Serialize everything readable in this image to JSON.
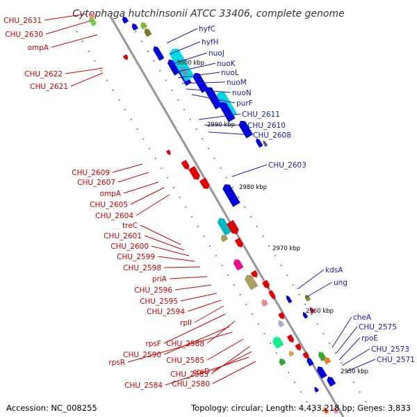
{
  "title": "Cytophaga hutchinsonii ATCC 33406, complete genome",
  "footer": {
    "accession": "Accession: NC_008255",
    "summary": "Topology: circular; Length: 4,433,218 bp; Genes: 3,833"
  },
  "colors": {
    "forward_gene": "#e00000",
    "reverse_gene": "#0000dd",
    "left_label": "#cc0000",
    "right_label": "#1a1aaa",
    "backbone": "#999999",
    "tick": "#2e9e2e"
  },
  "scale_labels": [
    "3000 kbp",
    "2990 kbp",
    "2980 kbp",
    "2970 kbp",
    "2960 kbp",
    "2950 kbp"
  ],
  "left_genes": [
    "CHU_2631",
    "CHU_2630",
    "ompA",
    "CHU_2622",
    "CHU_2621",
    "CHU_2609",
    "CHU_2607",
    "ompA",
    "CHU_2605",
    "CHU_2604",
    "treC",
    "CHU_2601",
    "CHU_2600",
    "CHU_2599",
    "CHU_2598",
    "priA",
    "CHU_2596",
    "CHU_2595",
    "CHU_2594",
    "rplI",
    "rpsF",
    "CHU_2588",
    "CHU_2590",
    "rpsR",
    "CHU_2585",
    "CHU_2583",
    "creD",
    "CHU_2584",
    "CHU_2580"
  ],
  "right_genes": [
    "hyfC",
    "hyfH",
    "nuoJ",
    "nuoK",
    "nuoL",
    "nuoM",
    "nuoN",
    "purF",
    "CHU_2611",
    "CHU_2610",
    "CHU_2608",
    "CHU_2603",
    "kdsA",
    "ung",
    "cheA",
    "CHU_2575",
    "rpoE",
    "CHU_2573",
    "CHU_2571"
  ]
}
